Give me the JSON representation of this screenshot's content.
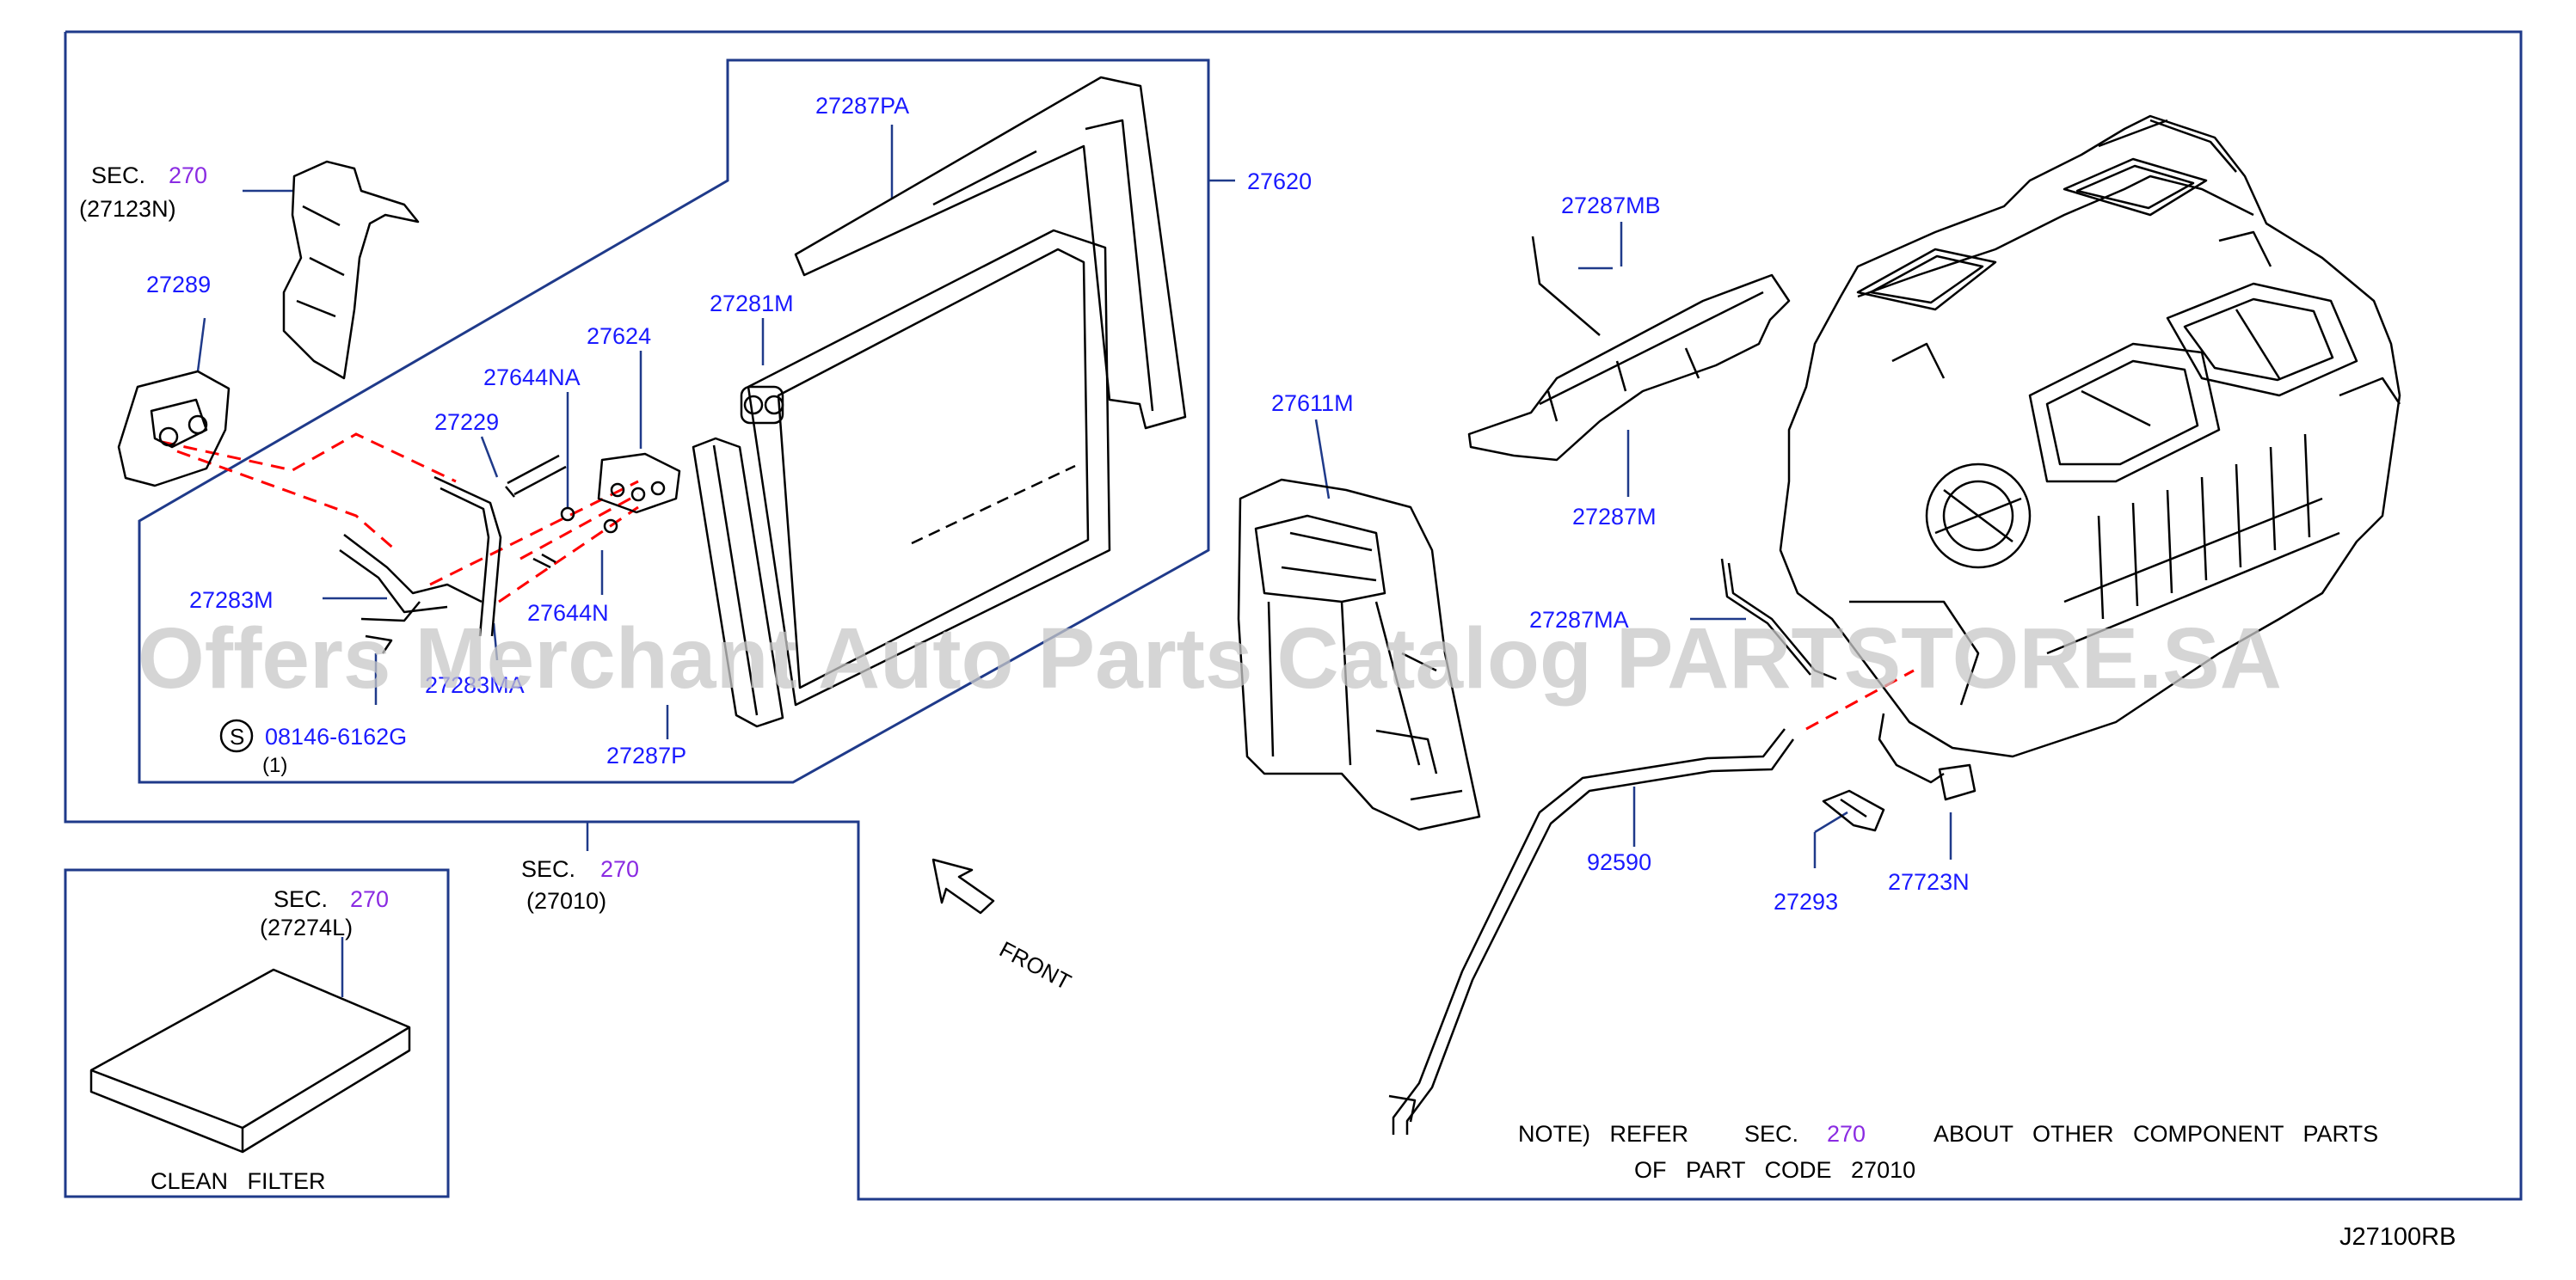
{
  "diagram": {
    "code": "J27100RB",
    "watermark": "Offers Merchant Auto Parts Catalog PARTSTORE.SA",
    "front_label": "FRONT",
    "colors": {
      "part_number": "#1a1aff",
      "section": "#8a2be2",
      "frame": "#1f3a8a",
      "line": "#000000",
      "dash": "#ff0000"
    },
    "parts": [
      {
        "number": "27287PA"
      },
      {
        "number": "27620"
      },
      {
        "number": "27289"
      },
      {
        "number": "27624"
      },
      {
        "number": "27644NA"
      },
      {
        "number": "27229"
      },
      {
        "number": "27281M"
      },
      {
        "number": "27283M"
      },
      {
        "number": "27644N"
      },
      {
        "number": "27283MA"
      },
      {
        "number": "27287P"
      },
      {
        "number": "27611M"
      },
      {
        "number": "27287MB"
      },
      {
        "number": "27287M"
      },
      {
        "number": "27287MA"
      },
      {
        "number": "92590"
      },
      {
        "number": "27293"
      },
      {
        "number": "27723N"
      }
    ],
    "bolt": {
      "symbol": "S",
      "number": "08146-6162G",
      "qty": "(1)"
    },
    "sec_refs": [
      {
        "sec": "SEC.",
        "num": "270",
        "code": "(27123N)"
      },
      {
        "sec": "SEC.",
        "num": "270",
        "code": "(27010)"
      },
      {
        "sec": "SEC.",
        "num": "270",
        "code": "(27274L)"
      }
    ],
    "filter_label": "CLEAN   FILTER",
    "note": {
      "line1a": "NOTE)   REFER",
      "sec": "SEC.",
      "num": "270",
      "line1b": "ABOUT   OTHER   COMPONENT   PARTS",
      "line2": "OF   PART   CODE   27010"
    }
  }
}
